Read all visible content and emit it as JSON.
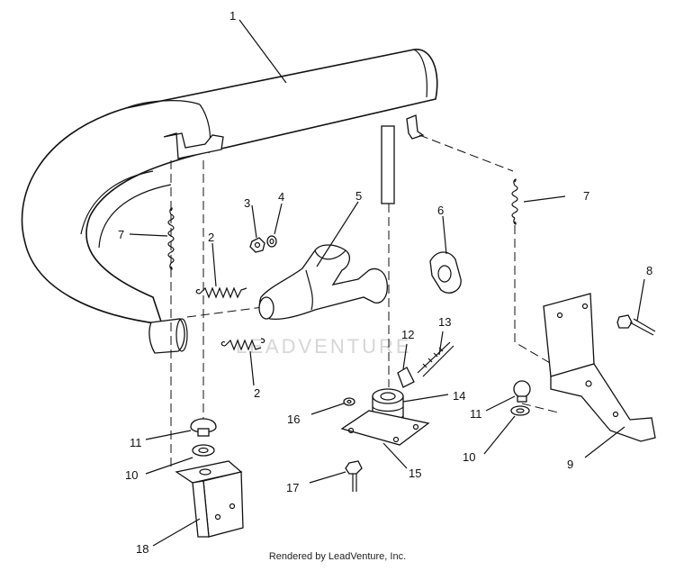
{
  "labels": {
    "p1": "1",
    "p2a": "2",
    "p2b": "2",
    "p3": "3",
    "p4": "4",
    "p5": "5",
    "p6": "6",
    "p7a": "7",
    "p7b": "7",
    "p8": "8",
    "p9": "9",
    "p10a": "10",
    "p10b": "10",
    "p11a": "11",
    "p11b": "11",
    "p12": "12",
    "p13": "13",
    "p14": "14",
    "p15": "15",
    "p16": "16",
    "p17": "17",
    "p18": "18"
  },
  "watermark": "LEADVENTURE",
  "footer": "Rendered by LeadVenture, Inc."
}
